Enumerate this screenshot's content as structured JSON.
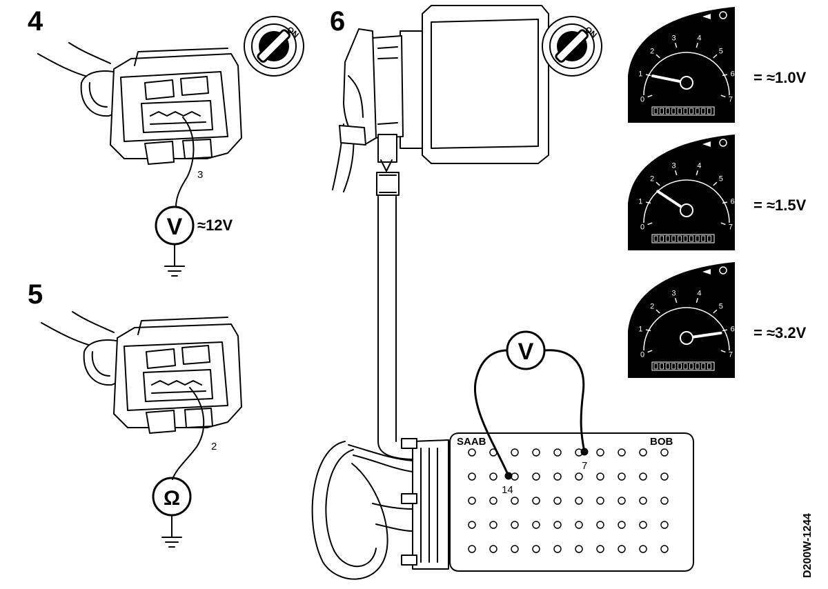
{
  "steps": {
    "step4": {
      "number": "4",
      "pin": "3",
      "meter": "V",
      "reading": "≈12V"
    },
    "step5": {
      "number": "5",
      "pin": "2",
      "meter": "Ω"
    },
    "step6": {
      "number": "6",
      "meter": "V",
      "box_label_left": "SAAB",
      "box_label_right": "BOB",
      "pin_a": "14",
      "pin_b": "7"
    }
  },
  "ignition_label": "ON",
  "gauges": [
    {
      "reading": "= ≈1.0V",
      "needle_value": 1.0,
      "ticks": [
        "0",
        "1",
        "2",
        "3",
        "4",
        "5",
        "6",
        "7"
      ]
    },
    {
      "reading": "= ≈1.5V",
      "needle_value": 1.7,
      "ticks": [
        "0",
        "1",
        "2",
        "3",
        "4",
        "5",
        "6",
        "7"
      ]
    },
    {
      "reading": "= ≈3.2V",
      "needle_value": 6.1,
      "ticks": [
        "0",
        "1",
        "2",
        "3",
        "4",
        "5",
        "6",
        "7"
      ]
    }
  ],
  "figure_code": "D200W-1244"
}
